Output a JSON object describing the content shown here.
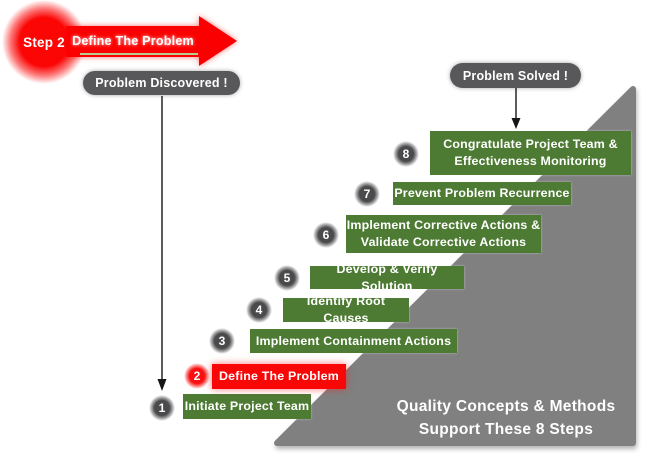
{
  "indicator": {
    "badge_label": "Step 2",
    "arrow_label": "Define The Problem"
  },
  "callouts": {
    "discovered": "Problem Discovered !",
    "solved": "Problem Solved !"
  },
  "steps": [
    {
      "num": "1",
      "label": "Initiate Project Team",
      "highlight": false
    },
    {
      "num": "2",
      "label": "Define The Problem",
      "highlight": true
    },
    {
      "num": "3",
      "label": "Implement Containment Actions",
      "highlight": false
    },
    {
      "num": "4",
      "label": "Identify Root Causes",
      "highlight": false
    },
    {
      "num": "5",
      "label": "Develop & Verify Solution",
      "highlight": false
    },
    {
      "num": "6",
      "label": "Implement Corrective Actions &\nValidate Corrective Actions",
      "highlight": false
    },
    {
      "num": "7",
      "label": "Prevent Problem Recurrence",
      "highlight": false
    },
    {
      "num": "8",
      "label": "Congratulate Project Team &\nEffectiveness Monitoring",
      "highlight": false
    }
  ],
  "caption": {
    "line1": "Quality Concepts & Methods",
    "line2": "Support These 8 Steps"
  },
  "colors": {
    "step_green": "#4e7b34",
    "highlight_red": "#f90606",
    "pill_gray": "#58585a",
    "triangle_gray": "#808080",
    "underline_green": "#b5cd8e"
  }
}
